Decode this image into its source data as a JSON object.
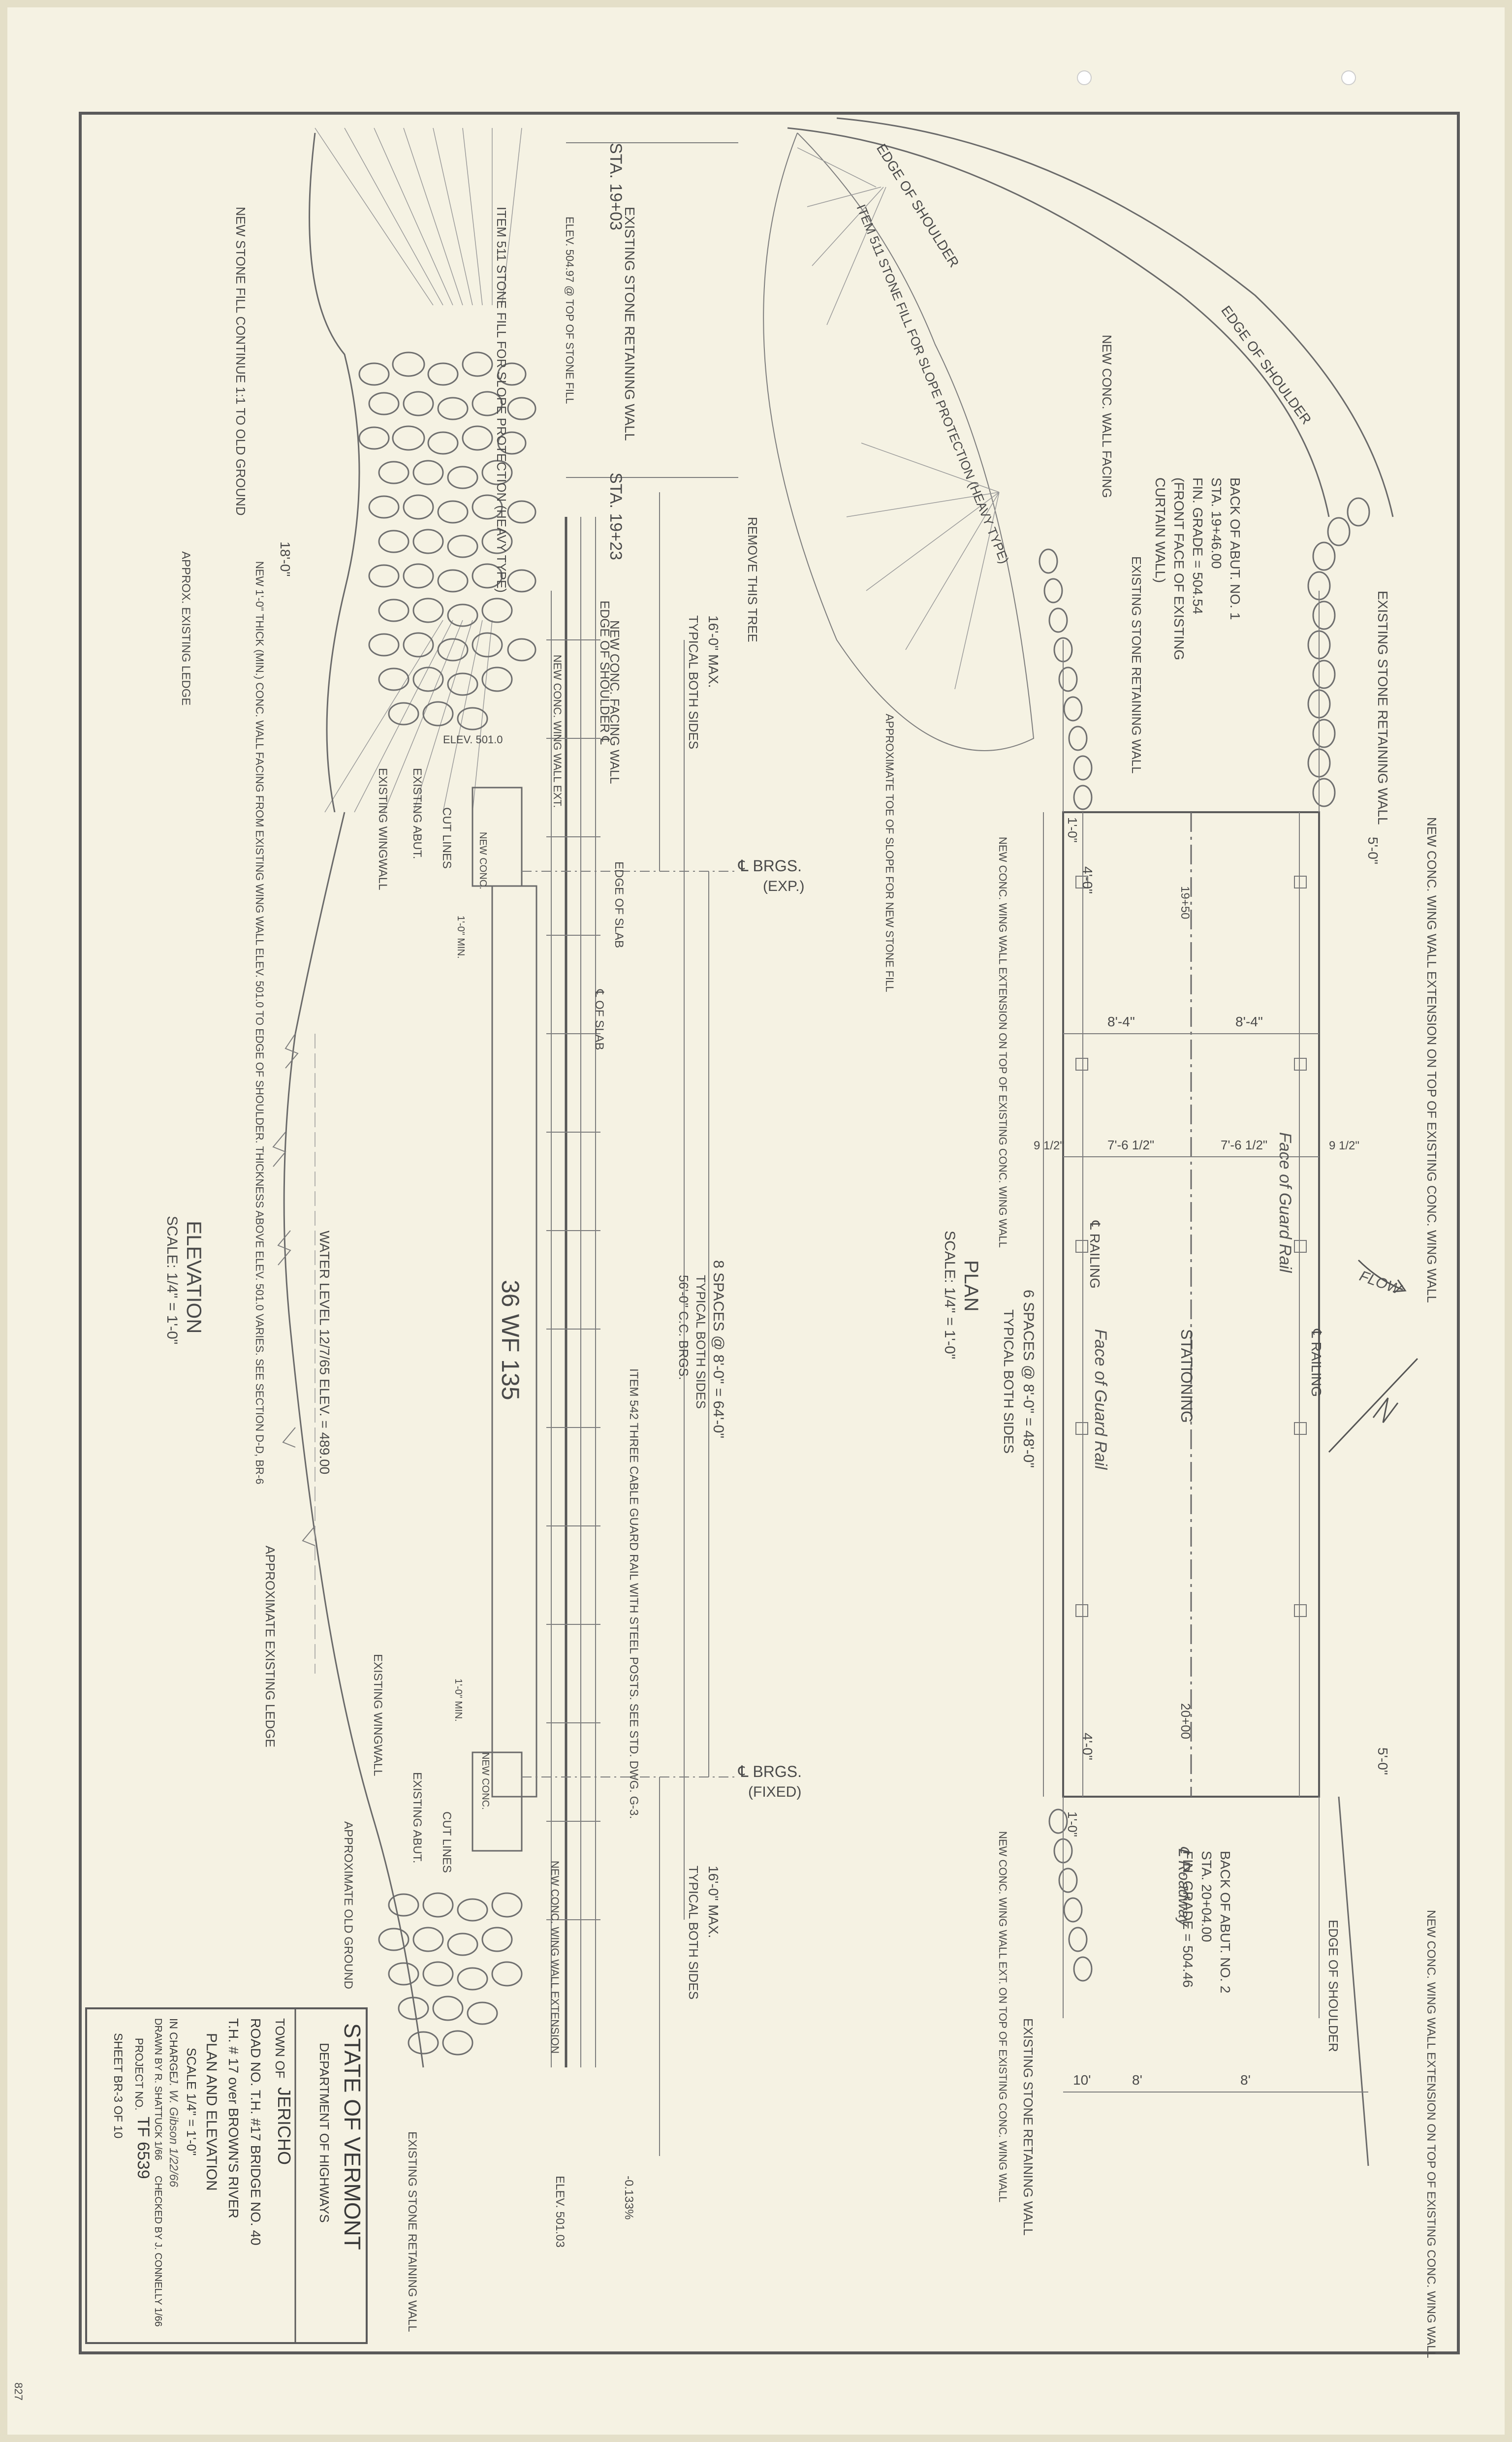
{
  "colors": {
    "paper": "#f5f2e3",
    "ink": "#555555",
    "border": "#5a5a5a"
  },
  "plan": {
    "title": "PLAN",
    "scale": "SCALE: 1/4\" = 1'-0\"",
    "sta_top": "STA. 19+03",
    "sta_mid": "STA. 19+23",
    "edge_shoulder_top": "EDGE OF SHOULDER",
    "edge_shoulder_right": "EDGE OF SHOULDER",
    "existing_stone_wall_top": "EXISTING STONE RETAINING WALL",
    "new_wing_ext_top": "NEW CONC. WING WALL EXTENSION ON TOP OF EXISTING CONC. WING WALL",
    "item511_plan": "ITEM 511 STONE FILL FOR SLOPE PROTECTION (HEAVY TYPE)",
    "new_wall_facing": "NEW CONC. WALL FACING",
    "remove_tree": "REMOVE THIS TREE",
    "existing_stone_wall_mid": "EXISTING STONE RETAINING WALL",
    "approx_toe": "APPROXIMATE TOE OF SLOPE FOR NEW STONE FILL",
    "back_abut1": [
      "BACK OF ABUT. NO. 1",
      "STA. 19+46.00",
      "FIN. GRADE = 504.54",
      "(FRONT FACE OF EXISTING",
      "CURTAIN WALL)"
    ],
    "new_wing_ext_left": "NEW CONC. WING WALL EXTENSION ON TOP OF EXISTING CONC. WING WALL",
    "dim_5_0_top": "5'-0\"",
    "dim_4_0_top": "4'-0\"",
    "dim_1_0_top": "1'-0\"",
    "sta_19_50": "19+50",
    "dim_8_4_a": "8'-4\"",
    "dim_8_4_b": "8'-4\"",
    "dim_9_5_a": "9 1/2\"",
    "dim_7_6_a": "7'-6 1/2\"",
    "dim_7_6_b": "7'-6 1/2\"",
    "dim_9_5_b": "9 1/2\"",
    "cl_railing_a": "℄ RAILING",
    "cl_railing_b": "℄ RAILING",
    "face_guard_a": "Face of Guard Rail",
    "face_guard_b": "Face of Guard Rail",
    "stationing": "STATIONING",
    "flow": "FLOW",
    "spaces": "6 SPACES @ 8'-0\" = 48'-0\"",
    "typical": "TYPICAL BOTH SIDES",
    "cl_roadway": "℄ Roadway",
    "sta_20_00": "20+00",
    "dim_4_0_bot": "4'-0\"",
    "dim_1_0_bot": "1'-0\"",
    "dim_5_0_bot": "5'-0\"",
    "back_abut2": [
      "BACK OF ABUT. NO. 2",
      "STA. 20+04.00",
      "FIN. GRADE = 504.46"
    ],
    "new_wing_ext_bot_left": "NEW CONC. WING WALL EXT. ON TOP OF EXISTING CONC. WING WALL",
    "new_wing_ext_bot_right": "NEW CONC. WING WALL EXTENSION ON TOP OF EXISTING CONC. WING WALL",
    "existing_stone_wall_bot": "EXISTING STONE RETAINING WALL",
    "edge_shoulder_bot": "EDGE OF SHOULDER",
    "dim_8_a": "8'",
    "dim_8_b": "8'",
    "dim_10": "10'"
  },
  "elevation": {
    "title": "ELEVATION",
    "scale": "SCALE: 1/4\" = 1'-0\"",
    "existing_stone_wall": "EXISTING STONE RETAINING WALL",
    "elev_top_stone": "ELEV. 504.97 @ TOP OF STONE FILL",
    "item511": "ITEM 511 STONE FILL FOR SLOPE PROTECTION (HEAVY TYPE)",
    "new_stone_fill": "NEW STONE FILL CONTINUE 1:1 TO OLD GROUND",
    "dim_18_0": "18'-0\"",
    "new_1_0_thick": "NEW 1'-0\" THICK (MIN.) CONC. WALL FACING FROM EXISTING WING WALL ELEV. 501.0 TO EDGE OF SHOULDER. THICKNESS ABOVE ELEV. 501.0 VARIES. SEE SECTION D-D, BR-6",
    "approx_ledge_top": "APPROX. EXISTING LEDGE",
    "dim_16_0_top": "16'-0\" MAX.",
    "typ_both_top": "TYPICAL BOTH SIDES",
    "edge_shoulder_elev": "EDGE OF SHOULDER ℄",
    "new_wall_facing_elev": "NEW CONC. FACING WALL",
    "new_wing_wall_ext": "NEW CONC. WING WALL EXT.",
    "elev_501": "ELEV. 501.0",
    "existing_wingwall_a": "EXISTING WINGWALL",
    "existing_abut_a": "EXISTING ABUT.",
    "cut_lines_a": "CUT LINES",
    "new_conc_a": "NEW CONC.",
    "dim_1_0_min_a": "1'-0\" MIN.",
    "edge_of_slab": "EDGE OF SLAB",
    "cl_of_slab": "℄ OF SLAB",
    "cl_brgs_exp": "℄ BRGS.",
    "exp": "(EXP.)",
    "beam": "36 WF 135",
    "water_level": "WATER LEVEL   12/7/65   ELEV. = 489.00",
    "spaces": "8 SPACES @ 8'-0\" = 64'-0\"",
    "typ_both": "TYPICAL BOTH SIDES",
    "cc_brgs": "56'-0\"   C.C. BRGS.",
    "item_542": "ITEM 542 THREE CABLE GUARD RAIL WITH STEEL POSTS. SEE STD. DWG. G-3.",
    "approx_ledge_bot": "APPROXIMATE EXISTING LEDGE",
    "existing_wingwall_b": "EXISTING WINGWALL",
    "dim_1_0_min_b": "1'-0\" MIN.",
    "cl_brgs_fixed": "℄ BRGS.",
    "fixed": "(FIXED)",
    "new_conc_b": "NEW CONC.",
    "existing_abut_b": "EXISTING ABUT.",
    "cut_lines_b": "CUT LINES",
    "approx_old_ground": "APPROXIMATE OLD GROUND",
    "new_wing_ext_b": "NEW CONC. WING WALL EXTENSION",
    "dim_16_0_bot": "16'-0\" MAX.",
    "typ_both_bot": "TYPICAL BOTH SIDES",
    "existing_stone_wall_b": "EXISTING STONE RETAINING WALL",
    "elev_501_03": "ELEV. 501.03",
    "grade": "-0.133%"
  },
  "title_block": {
    "state": "STATE OF VERMONT",
    "dept": "DEPARTMENT OF HIGHWAYS",
    "town_label": "TOWN OF",
    "town": "JERICHO",
    "road": "ROAD NO. T.H. #17  BRIDGE NO. 40",
    "over": "T.H. # 17 over BROWN'S RIVER",
    "drawing": "PLAN AND ELEVATION",
    "scale": "SCALE 1/4\" = 1'-0\"",
    "in_charge": "IN CHARGE",
    "in_charge_name": "J. W. Gibson   1/22/66",
    "drawn": "DRAWN BY R. SHATTUCK   1/66",
    "checked": "CHECKED BY J. CONNELLY   1/66",
    "project_label": "PROJECT NO.",
    "project": "TF 6539",
    "sheet": "SHEET BR-3 OF 10"
  },
  "margin_code": "827"
}
